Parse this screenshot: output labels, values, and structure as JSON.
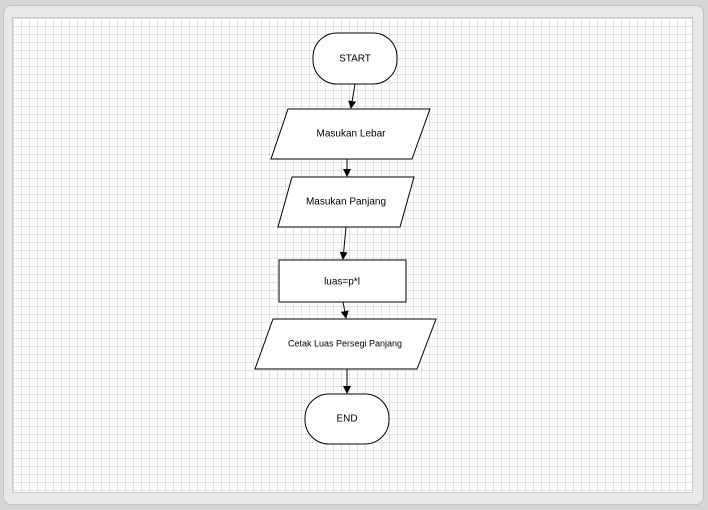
{
  "flowchart": {
    "nodes": [
      {
        "id": "start",
        "shape": "terminator",
        "label": "START"
      },
      {
        "id": "input_lebar",
        "shape": "data",
        "label": "Masukan Lebar"
      },
      {
        "id": "input_panjang",
        "shape": "data",
        "label": "Masukan Panjang"
      },
      {
        "id": "process",
        "shape": "process",
        "label": "luas=p*l"
      },
      {
        "id": "output",
        "shape": "data",
        "label": "Cetak Luas Persegi Panjang"
      },
      {
        "id": "end",
        "shape": "terminator",
        "label": "END"
      }
    ],
    "edges": [
      {
        "from": "start",
        "to": "input_lebar"
      },
      {
        "from": "input_lebar",
        "to": "input_panjang"
      },
      {
        "from": "input_panjang",
        "to": "process"
      },
      {
        "from": "process",
        "to": "output"
      },
      {
        "from": "output",
        "to": "end"
      }
    ]
  }
}
